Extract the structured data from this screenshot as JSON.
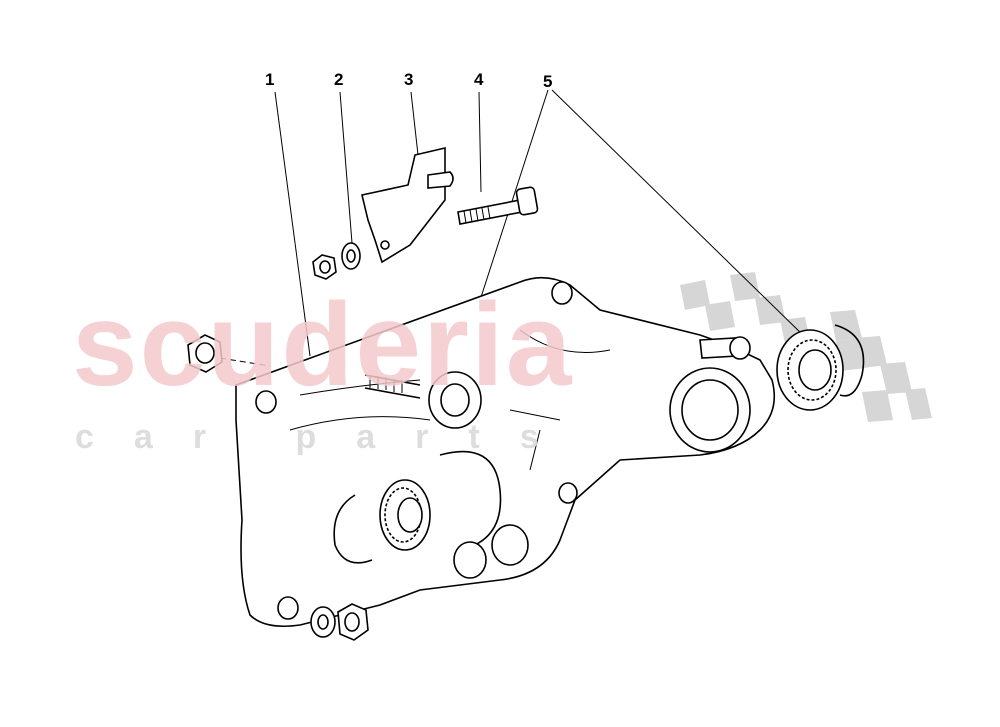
{
  "diagram": {
    "callouts": [
      {
        "id": "1",
        "label": "1"
      },
      {
        "id": "2",
        "label": "2"
      },
      {
        "id": "3",
        "label": "3"
      },
      {
        "id": "4",
        "label": "4"
      },
      {
        "id": "5",
        "label": "5"
      }
    ]
  },
  "watermark": {
    "brand": "scuderia",
    "tagline": "car parts",
    "brand_color": "#f3c9cd",
    "tagline_color": "#d9d9d9"
  }
}
